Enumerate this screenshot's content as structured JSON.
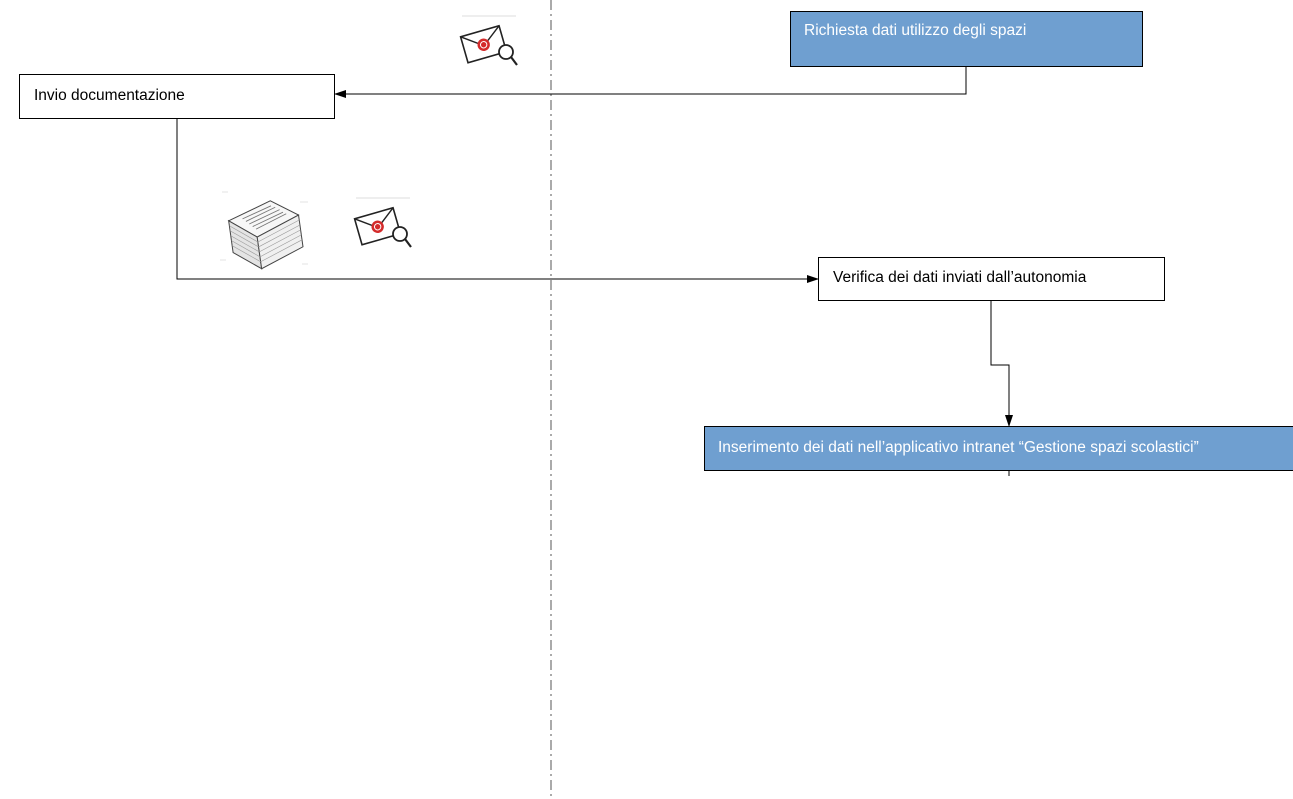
{
  "diagram": {
    "nodes": {
      "richiesta": {
        "label": "Richiesta dati utilizzo degli spazi",
        "style": "blue"
      },
      "invio": {
        "label": "Invio documentazione",
        "style": "white"
      },
      "verifica": {
        "label": "Verifica dei dati inviati dall’autonomia",
        "style": "white"
      },
      "inserimento": {
        "label": "Inserimento dei dati nell’applicativo intranet “Gestione spazi scolastici”",
        "style": "blue"
      }
    },
    "edges": [
      {
        "from": "richiesta",
        "to": "invio"
      },
      {
        "from": "invio",
        "to": "verifica"
      },
      {
        "from": "verifica",
        "to": "inserimento"
      }
    ],
    "icons": [
      "pec-mail-search-icon",
      "document-stack-icon",
      "pec-mail-search-icon"
    ],
    "colors": {
      "node_blue": "#6f9fd0",
      "line": "#000000",
      "swimlane_divider": "#555555",
      "seal_red": "#d42b2b"
    }
  }
}
